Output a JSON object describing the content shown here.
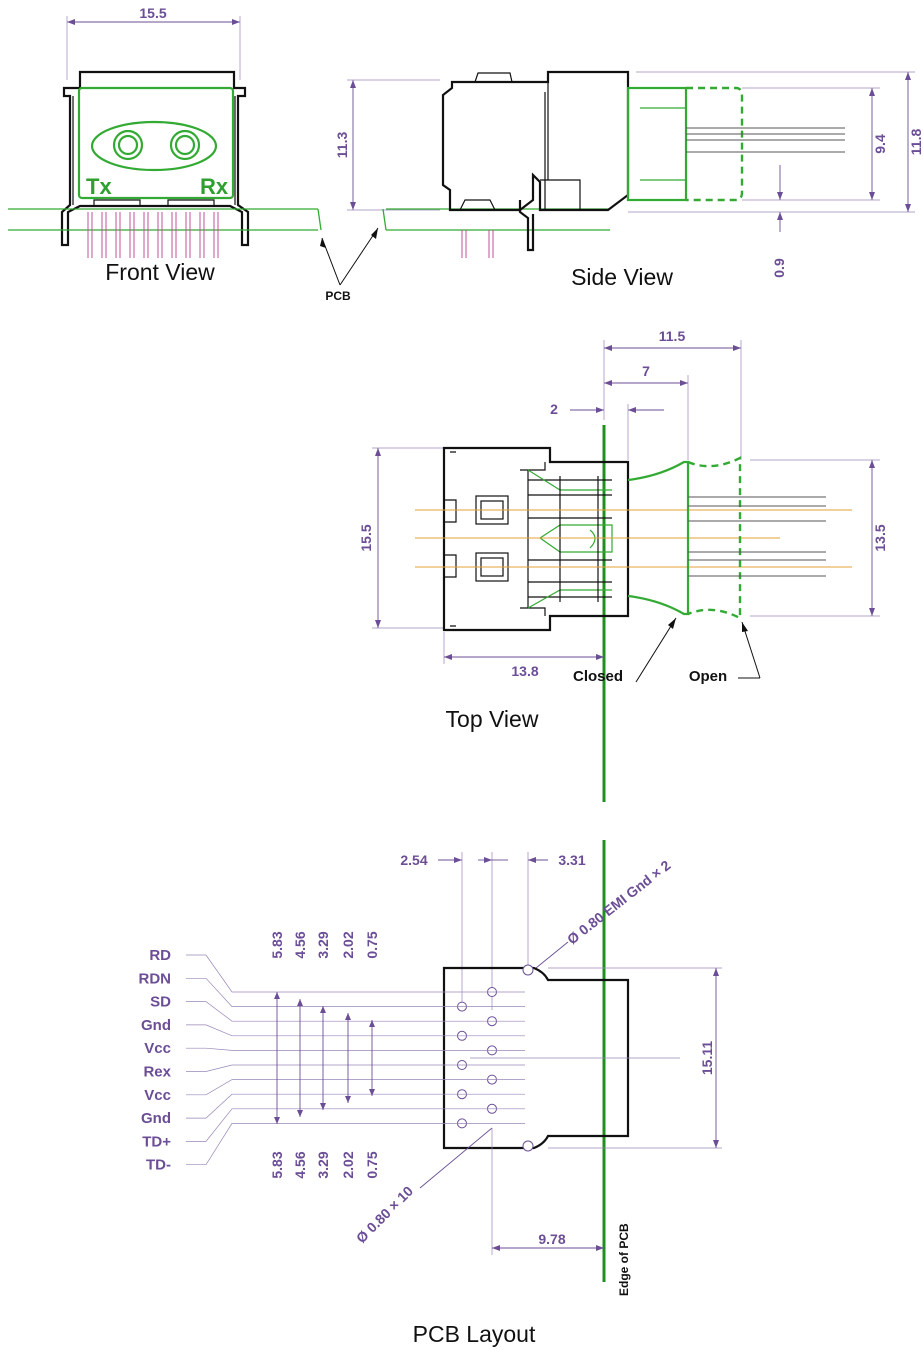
{
  "views": {
    "front": {
      "title": "Front View",
      "width_dim": "15.5",
      "tx_label": "Tx",
      "rx_label": "Rx"
    },
    "pcb_callout": {
      "label": "PCB"
    },
    "side": {
      "title": "Side View",
      "height_dim": "11.3",
      "inner_dim": "9.4",
      "outer_dim": "11.8",
      "offset_dim": "0.9"
    },
    "top": {
      "title": "Top View",
      "dim_total": "11.5",
      "dim_seven": "7",
      "dim_two": "2",
      "dim_height": "15.5",
      "dim_right": "13.5",
      "dim_depth": "13.8",
      "closed_label": "Closed",
      "open_label": "Open"
    },
    "pcb_layout": {
      "title": "PCB Layout",
      "dim_pitch": "2.54",
      "dim_pitch2": "3.31",
      "emi_note": "Ø 0.80 EMI Gnd × 2",
      "hole_note": "Ø 0.80 × 10",
      "dim_height": "15.11",
      "dim_edge": "9.78",
      "edge_label": "Edge of PCB",
      "col_dims": [
        "5.83",
        "4.56",
        "3.29",
        "2.02",
        "0.75"
      ],
      "pins": [
        "RD",
        "RDN",
        "SD",
        "Gnd",
        "Vcc",
        "Rex",
        "Vcc",
        "Gnd",
        "TD+",
        "TD-"
      ]
    }
  },
  "colors": {
    "outline": "#111111",
    "optics_green": "#33aa33",
    "dimension_purple": "#6b4e96",
    "pin_pink": "#c0509a",
    "optical_axis_orange": "#e3a23a"
  }
}
